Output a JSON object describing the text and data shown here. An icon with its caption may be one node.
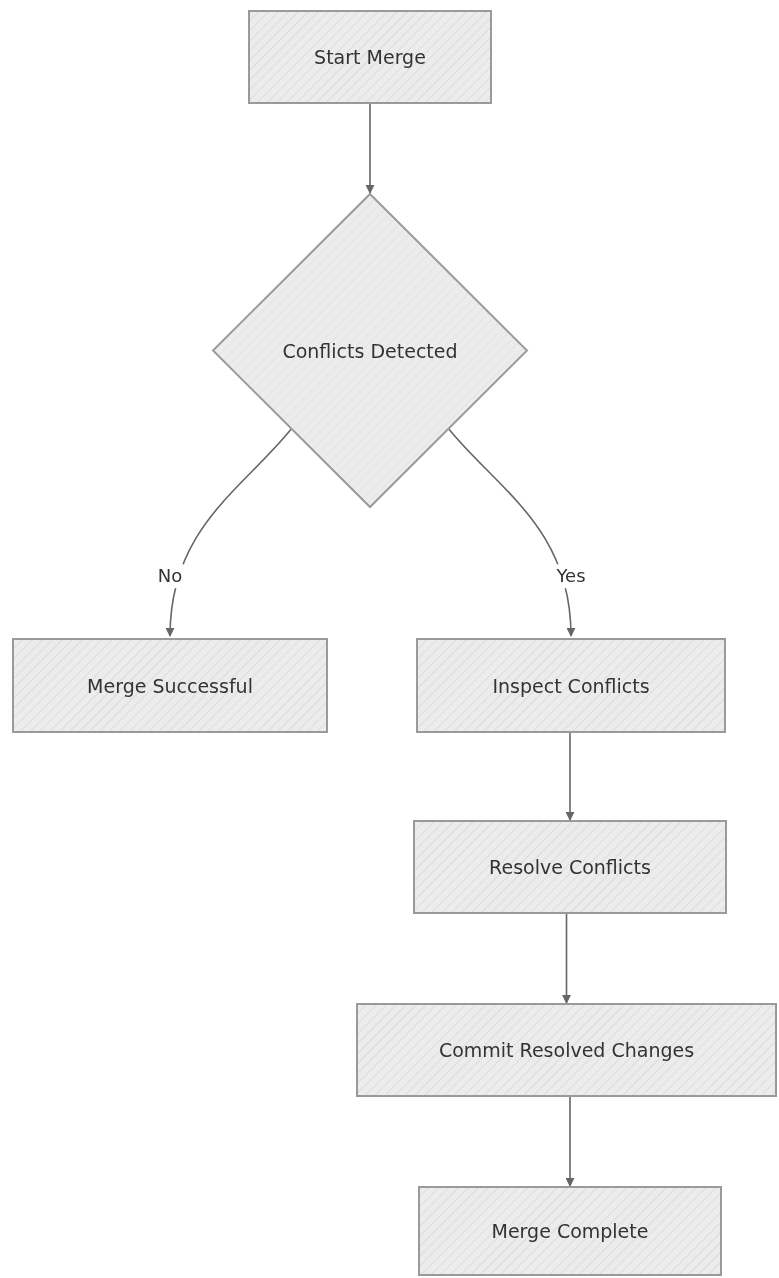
{
  "diagram": {
    "nodes": [
      {
        "text": [
          "Start Merge"
        ]
      },
      {
        "text": [
          "Conflicts Detected"
        ]
      },
      {
        "text": [
          "Merge Successful"
        ]
      },
      {
        "text": [
          "Inspect Conflicts"
        ]
      },
      {
        "text": [
          "Resolve Conflicts"
        ]
      },
      {
        "text": [
          "Commit Resolved Changes"
        ]
      },
      {
        "text": [
          "Merge Complete"
        ]
      }
    ],
    "edges": [
      {
        "from": 0,
        "to": 1,
        "arrow": "to"
      },
      {
        "from": 1,
        "to": 2,
        "arrow": "to",
        "label": "No"
      },
      {
        "from": 1,
        "to": 3,
        "arrow": "to",
        "label": "Yes"
      },
      {
        "from": 3,
        "to": 4,
        "arrow": "to"
      },
      {
        "from": 4,
        "to": 5,
        "arrow": "to"
      },
      {
        "from": 5,
        "to": 6,
        "arrow": "to"
      }
    ]
  }
}
